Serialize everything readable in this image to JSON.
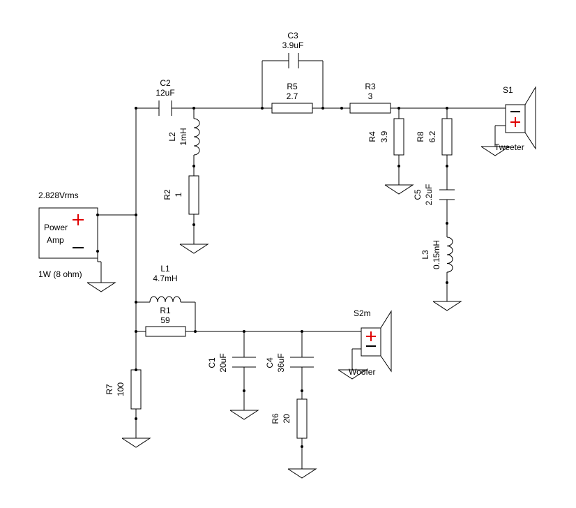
{
  "power_amp": {
    "voltage": "2.828Vrms",
    "name_line1": "Power",
    "name_line2": "Amp",
    "rating": "1W (8 ohm)"
  },
  "components": {
    "C2": {
      "ref": "C2",
      "value": "12uF"
    },
    "C3": {
      "ref": "C3",
      "value": "3.9uF"
    },
    "R5": {
      "ref": "R5",
      "value": "2.7"
    },
    "R3": {
      "ref": "R3",
      "value": "3"
    },
    "L2": {
      "ref": "L2",
      "value": "1mH"
    },
    "R2": {
      "ref": "R2",
      "value": "1"
    },
    "R4": {
      "ref": "R4",
      "value": "3.9"
    },
    "R8": {
      "ref": "R8",
      "value": "6.2"
    },
    "C5": {
      "ref": "C5",
      "value": "2.2uF"
    },
    "L3": {
      "ref": "L3",
      "value": "0.15mH"
    },
    "L1": {
      "ref": "L1",
      "value": "4.7mH"
    },
    "R1": {
      "ref": "R1",
      "value": "59"
    },
    "C1": {
      "ref": "C1",
      "value": "20uF"
    },
    "C4": {
      "ref": "C4",
      "value": "36uF"
    },
    "R6": {
      "ref": "R6",
      "value": "20"
    },
    "R7": {
      "ref": "R7",
      "value": "100"
    }
  },
  "speakers": {
    "S1": {
      "ref": "S1",
      "label": "Tweeter"
    },
    "S2m": {
      "ref": "S2m",
      "label": "Woofer"
    }
  },
  "symbols": {
    "plus": "+",
    "minus": "−"
  }
}
